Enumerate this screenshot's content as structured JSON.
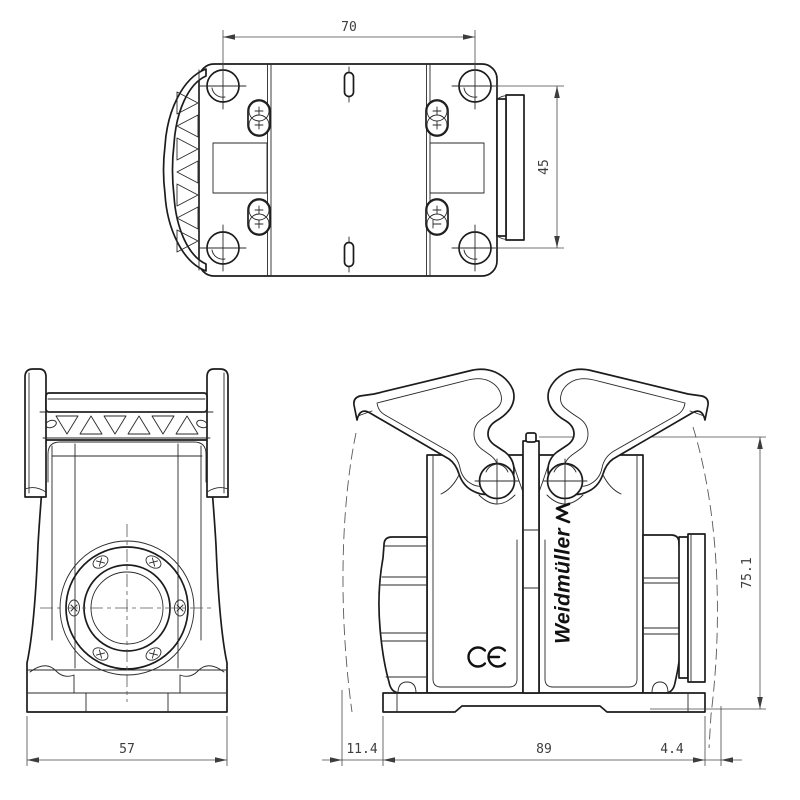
{
  "page": {
    "background": "#ffffff"
  },
  "brand": {
    "logo_text": "Weidmüller",
    "ce_mark": "CE"
  },
  "views": {
    "top_view": {
      "dimensions": {
        "hole_spacing_h": "70",
        "hole_spacing_v": "45"
      }
    },
    "front_view": {
      "dimensions": {
        "base_width": "57"
      }
    },
    "side_view": {
      "dimensions": {
        "left_offset": "11.4",
        "body_width": "89",
        "right_offset": "4.4",
        "overall_height": "75.1"
      }
    }
  },
  "dims": {
    "top_width": "70",
    "top_height": "45",
    "front_width": "57",
    "side_left_offset": "11.4",
    "side_width": "89",
    "side_right_offset": "4.4",
    "side_height": "75.1"
  },
  "colors": {
    "line": "#1c1c1c",
    "dimension_text": "#3d3d3d"
  }
}
